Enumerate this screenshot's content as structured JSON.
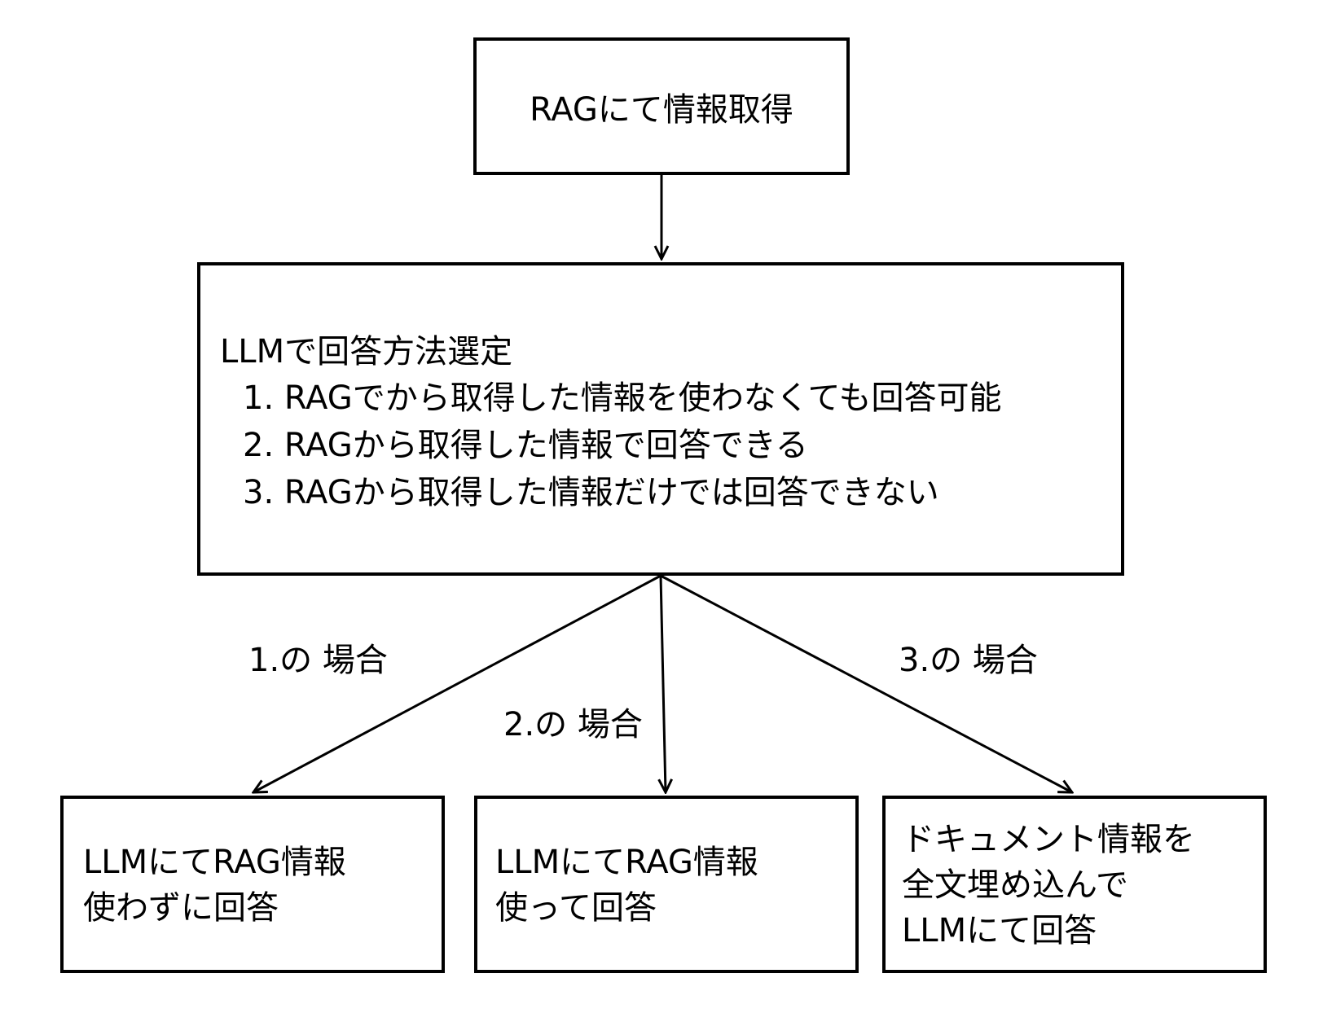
{
  "nodes": {
    "top": {
      "lines": [
        "RAGにて情報取得"
      ]
    },
    "middle": {
      "title": "LLMで回答方法選定",
      "options": [
        "1. RAGでから取得した情報を使わなくても回答可能",
        "2. RAGから取得した情報で回答できる",
        "3. RAGから取得した情報だけでは回答できない"
      ]
    },
    "left": {
      "lines": [
        "LLMにてRAG情報",
        "使わずに回答"
      ]
    },
    "center": {
      "lines": [
        "LLMにてRAG情報",
        "使って回答"
      ]
    },
    "right": {
      "lines": [
        "ドキュメント情報を",
        "全文埋め込んで",
        "LLMにて回答"
      ]
    }
  },
  "edges": [
    {
      "from": "top",
      "to": "middle",
      "label": ""
    },
    {
      "from": "middle",
      "to": "left",
      "label": "1.の 場合"
    },
    {
      "from": "middle",
      "to": "center",
      "label": "2.の 場合"
    },
    {
      "from": "middle",
      "to": "right",
      "label": "3.の 場合"
    }
  ],
  "colors": {
    "stroke": "#000000",
    "background": "#ffffff"
  }
}
